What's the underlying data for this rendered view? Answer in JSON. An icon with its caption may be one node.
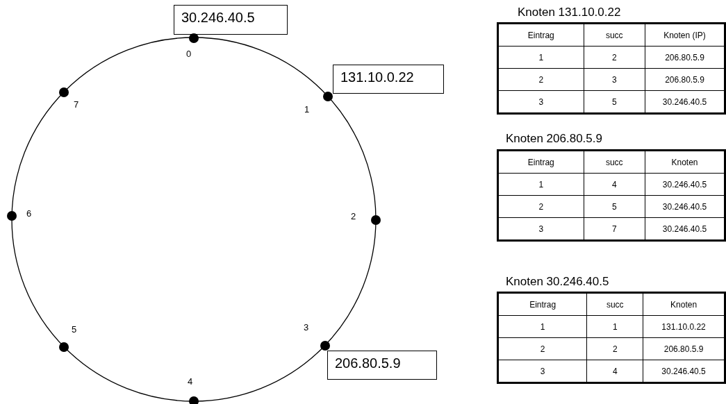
{
  "diagram": {
    "nodes": [
      {
        "text": [
          "30.246.40.5"
        ]
      },
      {
        "text": [
          "131.10.0.22"
        ]
      },
      {
        "text": [
          "206.80.5.9"
        ]
      },
      {
        "text": [],
        "shape": "circle",
        "beside": [
          "0"
        ]
      },
      {
        "text": [],
        "shape": "circle",
        "beside": [
          "1"
        ]
      },
      {
        "text": [],
        "shape": "circle",
        "beside": [
          "2"
        ]
      },
      {
        "text": [],
        "shape": "circle",
        "beside": [
          "3"
        ]
      },
      {
        "text": [],
        "shape": "circle",
        "beside": [
          "4"
        ]
      },
      {
        "text": [],
        "shape": "circle",
        "beside": [
          "5"
        ]
      },
      {
        "text": [],
        "shape": "circle",
        "beside": [
          "6"
        ]
      },
      {
        "text": [],
        "shape": "circle",
        "beside": [
          "7"
        ]
      }
    ],
    "edges": [],
    "labels": [
      "Knoten 131.10.0.22",
      "Eintrag",
      "succ",
      "Knoten (IP)",
      "1",
      "2",
      "206.80.5.9",
      "2",
      "3",
      "206.80.5.9",
      "3",
      "5",
      "30.246.40.5",
      "Knoten 206.80.5.9",
      "Eintrag",
      "succ",
      "Knoten",
      "1",
      "4",
      "30.246.40.5",
      "2",
      "5",
      "30.246.40.5",
      "3",
      "7",
      "30.246.40.5",
      "Knoten 30.246.40.5",
      "Eintrag",
      "succ",
      "Knoten",
      "1",
      "1",
      "131.10.0.22",
      "2",
      "2",
      "206.80.5.9",
      "3",
      "4",
      "30.246.40.5"
    ]
  }
}
